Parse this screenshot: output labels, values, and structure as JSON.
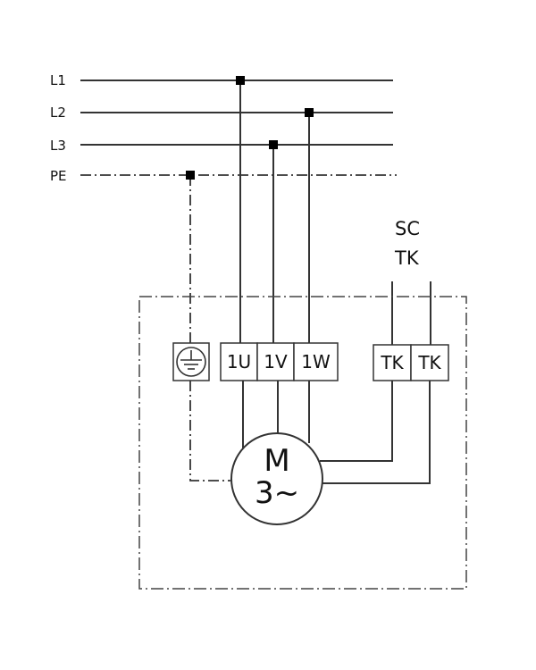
{
  "lines": {
    "l1": "L1",
    "l2": "L2",
    "l3": "L3",
    "pe": "PE"
  },
  "sensor": {
    "line1": "SC",
    "line2": "TK"
  },
  "terminals": {
    "u": "1U",
    "v": "1V",
    "w": "1W",
    "tk1": "TK",
    "tk2": "TK"
  },
  "motor": {
    "label": "M",
    "phase": "3~"
  },
  "icons": {
    "ground": "ground-icon"
  }
}
